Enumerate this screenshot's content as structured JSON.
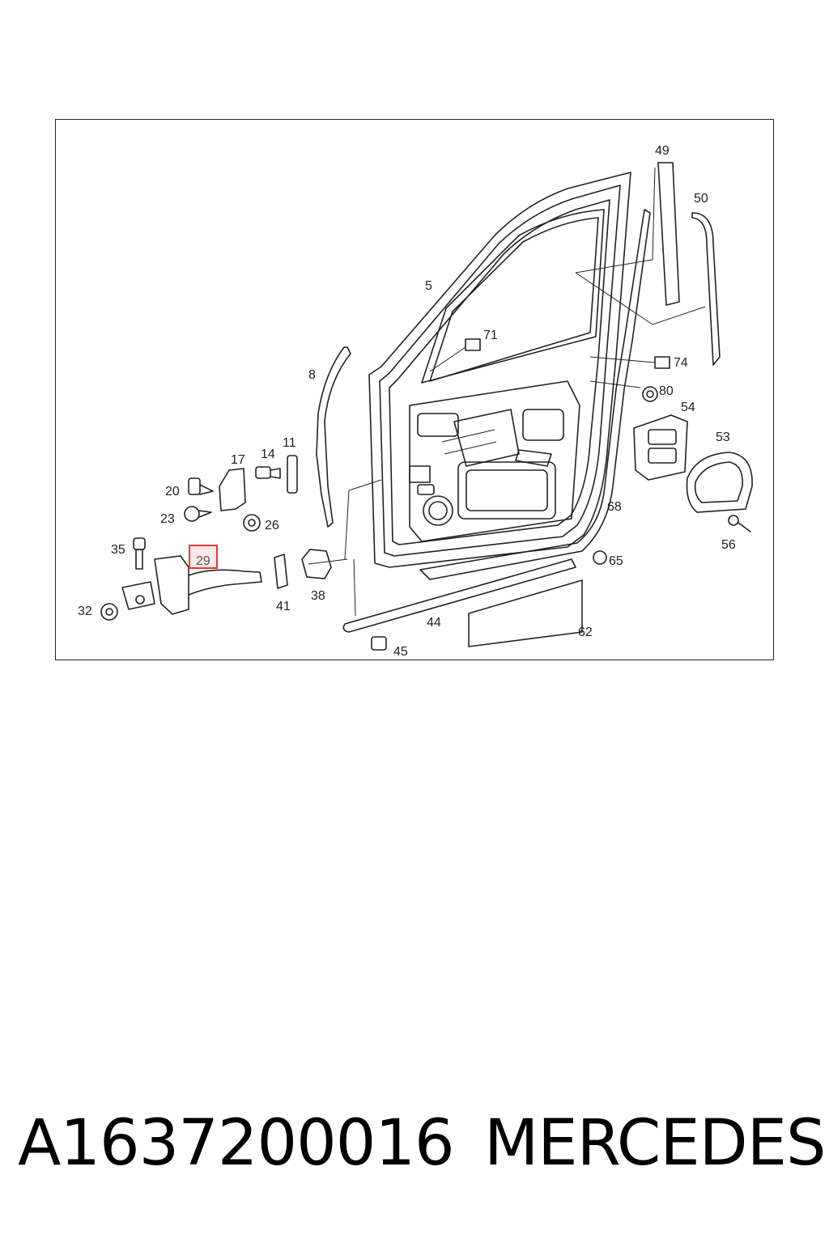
{
  "diagram": {
    "callouts": {
      "c5": "5",
      "c8": "8",
      "c11": "11",
      "c14": "14",
      "c17": "17",
      "c20": "20",
      "c23": "23",
      "c26": "26",
      "c29": "29",
      "c32": "32",
      "c35": "35",
      "c38": "38",
      "c41": "41",
      "c44": "44",
      "c45": "45",
      "c49": "49",
      "c50": "50",
      "c53": "53",
      "c54": "54",
      "c56": "56",
      "c62": "62",
      "c65": "65",
      "c68": "68",
      "c71": "71",
      "c74": "74",
      "c80": "80"
    },
    "highlighted_callout": "29",
    "highlight_color": "#e03a3a",
    "highlight_fill": "#fde8e8"
  },
  "caption": {
    "part_number": "A1637200016",
    "brand": "MERCEDES"
  }
}
